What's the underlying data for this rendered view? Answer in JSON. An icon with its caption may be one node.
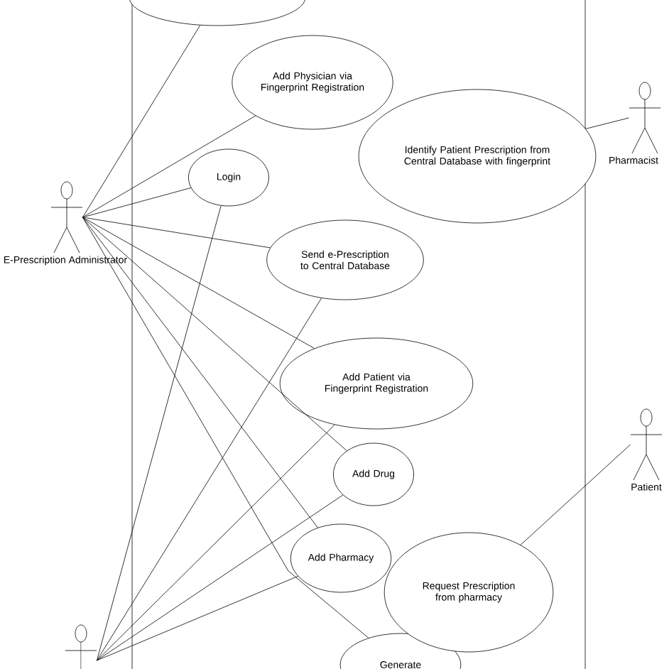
{
  "diagram": {
    "nodes": [
      {
        "text": [],
        "shape": "ellipse"
      },
      {
        "text": [
          "Add Physician via Fingerprint Registration"
        ]
      },
      {
        "text": [
          "Login"
        ]
      },
      {
        "text": [
          "Send e-Prescription to Central Database"
        ]
      },
      {
        "text": [
          "Add Patient via Fingerprint Registration"
        ]
      },
      {
        "text": [
          "Add Drug"
        ]
      },
      {
        "text": [
          "Add Pharmacy"
        ]
      },
      {
        "text": [
          "Generate"
        ]
      },
      {
        "text": [
          "Identify Patient Prescription from Central Database with fingerprint"
        ]
      },
      {
        "text": [
          "Request Prescription from pharmacy"
        ]
      },
      {
        "text": [
          "E-Prescription Administrator"
        ]
      },
      {
        "text": [
          "Pharmacist"
        ]
      },
      {
        "text": [
          "Patient"
        ]
      },
      {
        "text": [],
        "shape": "person"
      }
    ],
    "edges": [
      {
        "from": 10,
        "to": 0,
        "arrow": "none"
      },
      {
        "from": 10,
        "to": 1,
        "arrow": "none"
      },
      {
        "from": 10,
        "to": 2,
        "arrow": "none"
      },
      {
        "from": 10,
        "to": 3,
        "arrow": "none"
      },
      {
        "from": 10,
        "to": 4,
        "arrow": "none"
      },
      {
        "from": 10,
        "to": 5,
        "arrow": "none"
      },
      {
        "from": 10,
        "to": 6,
        "arrow": "none"
      },
      {
        "from": 10,
        "to": 7,
        "arrow": "none"
      },
      {
        "from": 13,
        "to": 2,
        "arrow": "none"
      },
      {
        "from": 13,
        "to": 3,
        "arrow": "none"
      },
      {
        "from": 13,
        "to": 4,
        "arrow": "none"
      },
      {
        "from": 13,
        "to": 5,
        "arrow": "none"
      },
      {
        "from": 13,
        "to": 6,
        "arrow": "none"
      },
      {
        "from": 11,
        "to": 8,
        "arrow": "none"
      },
      {
        "from": 12,
        "to": 9,
        "arrow": "none"
      }
    ]
  }
}
